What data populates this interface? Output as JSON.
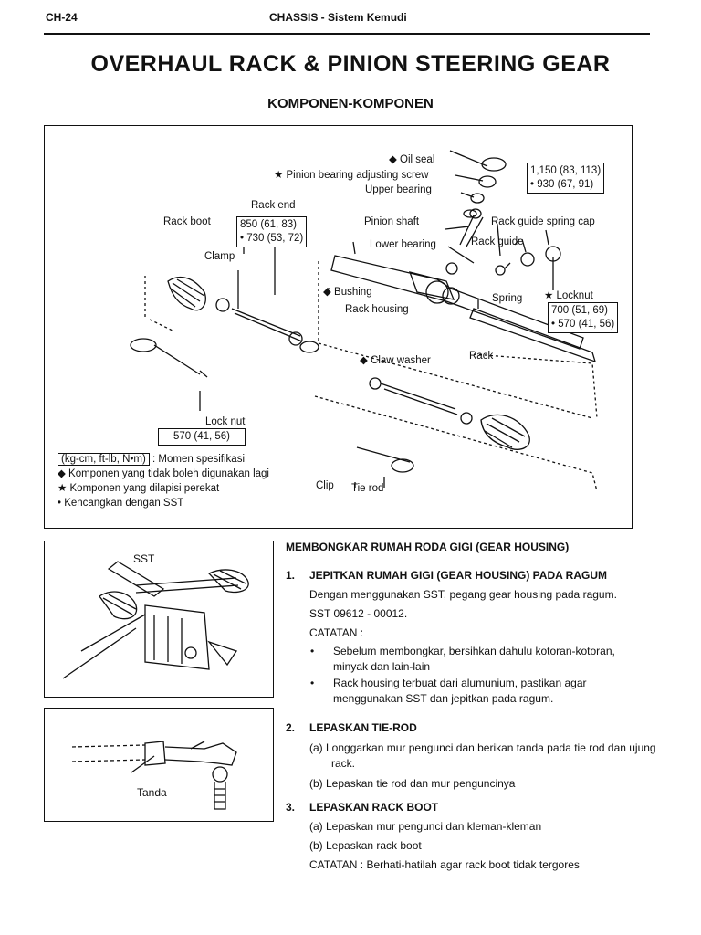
{
  "header": {
    "page_id": "CH-24",
    "section": "CHASSIS - Sistem Kemudi"
  },
  "title": "OVERHAUL RACK & PINION STEERING GEAR",
  "subtitle": "KOMPONEN-KOMPONEN",
  "diagram": {
    "labels": {
      "oil_seal": "◆ Oil seal",
      "pinion_adjust": "★ Pinion bearing adjusting screw",
      "upper_bearing": "Upper bearing",
      "rack_end": "Rack end",
      "rack_boot": "Rack boot",
      "pinion_shaft": "Pinion shaft",
      "rack_guide_spring_cap": "Rack guide spring cap",
      "clamp": "Clamp",
      "lower_bearing": "Lower bearing",
      "rack_guide": "Rack guide",
      "bushing": "◆ Bushing",
      "spring": "Spring",
      "locknut": "★ Locknut",
      "rack_housing": "Rack housing",
      "rack": "Rack",
      "claw_washer": "◆ Claw washer",
      "lock_nut": "Lock nut",
      "clip": "Clip",
      "tie_rod": "Tie rod"
    },
    "torques": {
      "upper": [
        "1,150 (83, 113)",
        "• 930 (67, 91)"
      ],
      "rack_end": [
        "850 (61, 83)",
        "• 730 (53, 72)"
      ],
      "locknut": [
        "700 (51, 69)",
        "• 570 (41, 56)"
      ],
      "lock_nut": "570 (41, 56)"
    },
    "legend": {
      "unit_box": "(kg-cm, ft-lb, N•m)",
      "unit_text": ": Momen spesifikasi",
      "item1": "◆ Komponen yang tidak boleh digunakan lagi",
      "item2": "★ Komponen yang dilapisi perekat",
      "item3": "• Kencangkan dengan SST"
    }
  },
  "figures": {
    "sst_label": "SST",
    "tanda_label": "Tanda"
  },
  "section_heading": "MEMBONGKAR RUMAH RODA GIGI (GEAR HOUSING)",
  "steps": [
    {
      "num": "1.",
      "head": "JEPITKAN RUMAH GIGI (GEAR HOUSING) PADA RAGUM",
      "lines": [
        "Dengan menggunakan SST, pegang gear housing pada ragum.",
        "SST 09612 - 00012.",
        "CATATAN :"
      ],
      "bullets": [
        "Sebelum membongkar, bersihkan dahulu kotoran-kotoran, minyak dan lain-lain",
        "Rack housing terbuat dari alumunium, pastikan agar menggunakan SST dan jepitkan pada ragum."
      ]
    },
    {
      "num": "2.",
      "head": "LEPASKAN TIE-ROD",
      "items": [
        "(a) Longgarkan mur pengunci dan berikan tanda pada tie rod dan ujung rack.",
        "(b) Lepaskan tie rod dan mur penguncinya"
      ]
    },
    {
      "num": "3.",
      "head": "LEPASKAN RACK BOOT",
      "items": [
        "(a) Lepaskan mur pengunci dan kleman-kleman",
        "(b) Lepaskan rack boot"
      ],
      "note": "CATATAN : Berhati-hatilah agar rack boot tidak tergores"
    }
  ]
}
